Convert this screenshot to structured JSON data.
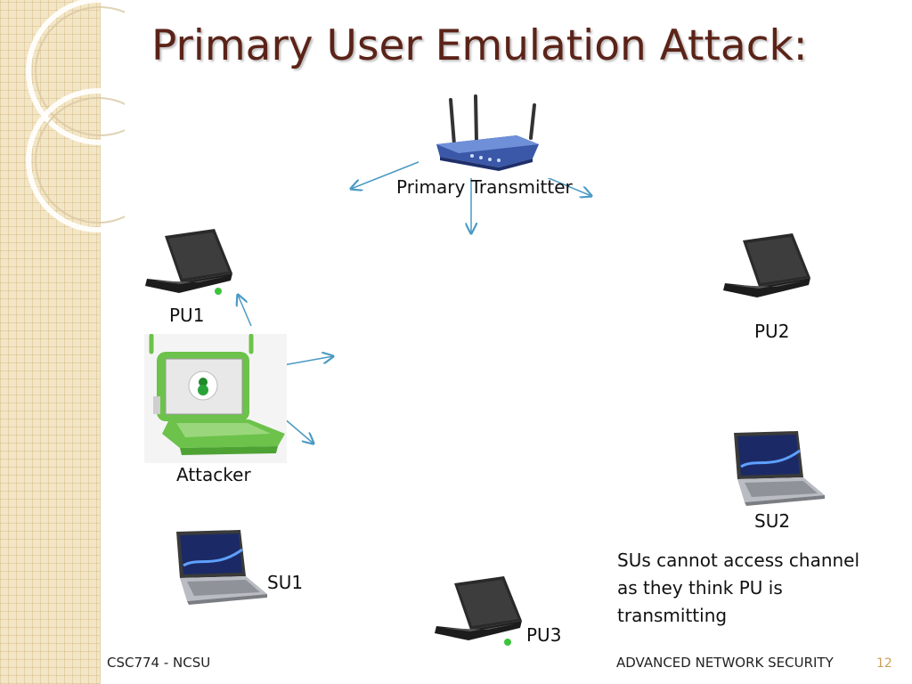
{
  "slide": {
    "title": "Primary User Emulation Attack:",
    "labels": {
      "primary_transmitter": "Primary Transmitter",
      "pu1": "PU1",
      "pu2": "PU2",
      "pu3": "PU3",
      "su1": "SU1",
      "su2": "SU2",
      "attacker": "Attacker"
    },
    "note": "SUs cannot access channel as they think PU is transmitting",
    "footer": {
      "left": "CSC774  - NCSU",
      "right": "ADVANCED NETWORK SECURITY",
      "page": "12"
    }
  },
  "colors": {
    "title": "#5b2318",
    "arrow": "#4a9ac4",
    "router": "#3a57a8",
    "attacker_green": "#6cc24a",
    "page_number": "#c9a15a"
  },
  "icons": [
    "wireless-router-icon",
    "black-laptop-icon",
    "silver-laptop-icon",
    "xo-laptop-icon"
  ]
}
